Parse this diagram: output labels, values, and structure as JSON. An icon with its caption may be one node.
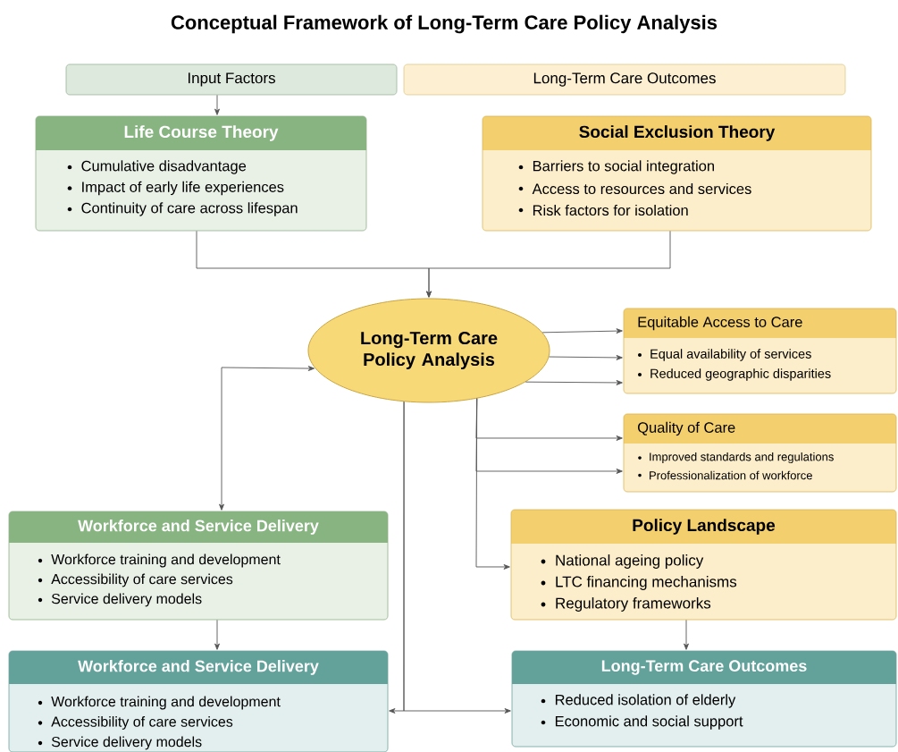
{
  "diagram": {
    "title": "Conceptual Framework of Long-Term Care Policy Analysis",
    "nodes": [
      {
        "text": [
          "Input Factors"
        ]
      },
      {
        "text": [
          "Long-Term Care Outcomes"
        ]
      },
      {
        "text": [
          "Life Course Theory",
          "Cumulative disadvantage",
          "Impact of early life experiences",
          "Continuity of care across lifespan"
        ]
      },
      {
        "text": [
          "Social Exclusion Theory",
          "Barriers to social integration",
          "Access to resources and services",
          "Risk factors for isolation"
        ]
      },
      {
        "text": [
          "Long-Term Care Policy Analysis"
        ]
      },
      {
        "text": [
          "Equitable Access to Care",
          "Equal availability of services",
          "Reduced geographic disparities"
        ]
      },
      {
        "text": [
          "Quality of Care",
          "Improved standards and regulations",
          "Professionalization of workforce"
        ]
      },
      {
        "text": [
          "Policy Landscape",
          "National ageing policy",
          "LTC financing mechanisms",
          "Regulatory frameworks"
        ]
      },
      {
        "text": [
          "Workforce and Service Delivery",
          "Workforce training and development",
          "Accessibility of care services",
          "Service delivery models"
        ]
      },
      {
        "text": [
          "Workforce and Service Delivery",
          "Workforce training and development",
          "Accessibility of care services",
          "Service delivery models"
        ]
      },
      {
        "text": [
          "Long-Term Care Outcomes",
          "Reduced isolation of elderly",
          "Economic and social support"
        ]
      }
    ],
    "edges": [
      {
        "from": 0,
        "to": 2,
        "arrow": "to"
      },
      {
        "from": 2,
        "to": 4,
        "arrow": "to"
      },
      {
        "from": 3,
        "to": 4,
        "arrow": "to"
      },
      {
        "from": 4,
        "to": 5,
        "arrow": "to"
      },
      {
        "from": 4,
        "to": 5,
        "arrow": "to"
      },
      {
        "from": 4,
        "to": 5,
        "arrow": "to"
      },
      {
        "from": 4,
        "to": 6,
        "arrow": "to"
      },
      {
        "from": 4,
        "to": 6,
        "arrow": "to"
      },
      {
        "from": 4,
        "to": 7,
        "arrow": "to"
      },
      {
        "from": 4,
        "to": 8,
        "arrow": "both"
      },
      {
        "from": 8,
        "to": 9,
        "arrow": "to"
      },
      {
        "from": 7,
        "to": 10,
        "arrow": "to"
      },
      {
        "from": 4,
        "to": 9,
        "arrow": "to"
      },
      {
        "from": 4,
        "to": 10,
        "arrow": "to"
      }
    ]
  }
}
